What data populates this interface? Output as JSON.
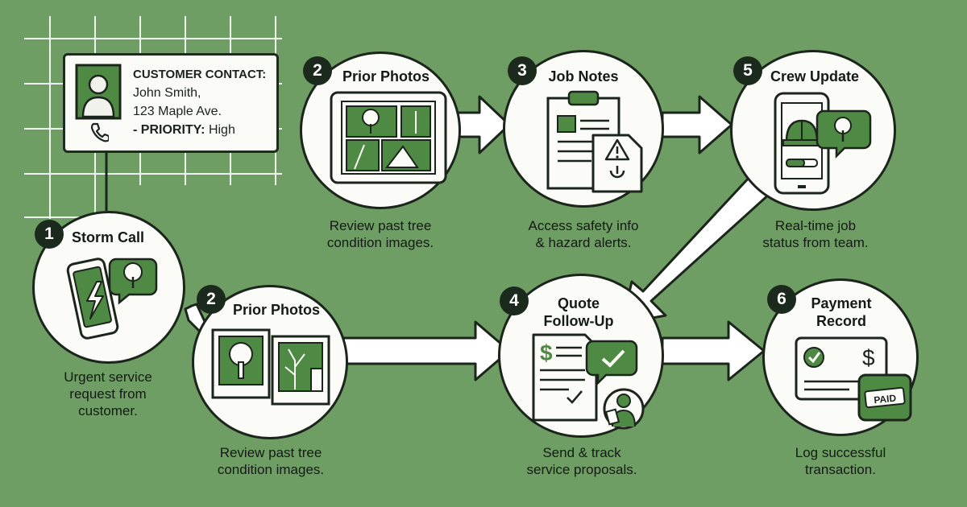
{
  "customer_card": {
    "header": "CUSTOMER CONTACT:",
    "name": "John Smith,",
    "address": "123 Maple Ave.",
    "priority_label": "- PRIORITY:",
    "priority_value": "High"
  },
  "steps": [
    {
      "number": "1",
      "title": "Storm Call",
      "caption": [
        "Urgent service",
        "request from",
        "customer."
      ],
      "icons": [
        "smartphone-icon",
        "lightning-icon",
        "tree-chat-bubble-icon"
      ]
    },
    {
      "number": "2",
      "title": "Prior Photos",
      "caption": [
        "Review past tree",
        "condition images."
      ],
      "icons": [
        "tablet-icon",
        "tree-photo-icon"
      ]
    },
    {
      "number": "3",
      "title": "Job Notes",
      "caption": [
        "Access safety info",
        "& hazard alerts."
      ],
      "icons": [
        "clipboard-icon",
        "hazard-warning-icon"
      ]
    },
    {
      "number": "5",
      "title": "Crew Update",
      "caption": [
        "Real-time job",
        "status from team."
      ],
      "icons": [
        "smartphone-icon",
        "hard-hat-icon",
        "tree-chat-bubble-icon"
      ]
    },
    {
      "number": "2",
      "title": "Prior Photos",
      "caption": [
        "Review past tree",
        "condition images."
      ],
      "icons": [
        "photo-prints-icon"
      ]
    },
    {
      "number": "4",
      "title": "Quote Follow-Up",
      "title_lines": [
        "Quote",
        "Follow-Up"
      ],
      "caption": [
        "Send & track",
        "service proposals."
      ],
      "icons": [
        "quote-document-icon",
        "checkmark-bubble-icon",
        "person-tablet-icon"
      ]
    },
    {
      "number": "6",
      "title": "Payment Record",
      "title_lines": [
        "Payment",
        "Record"
      ],
      "caption": [
        "Log successful",
        "transaction."
      ],
      "icons": [
        "payment-card-icon",
        "paid-stamp-icon"
      ]
    }
  ],
  "card_stamp_text": "PAID",
  "colors": {
    "background": "#6e9e63",
    "node_fill": "#fbfbf7",
    "outline": "#1c251c",
    "accent_green": "#4f8a45",
    "badge": "#1b2a1d"
  }
}
